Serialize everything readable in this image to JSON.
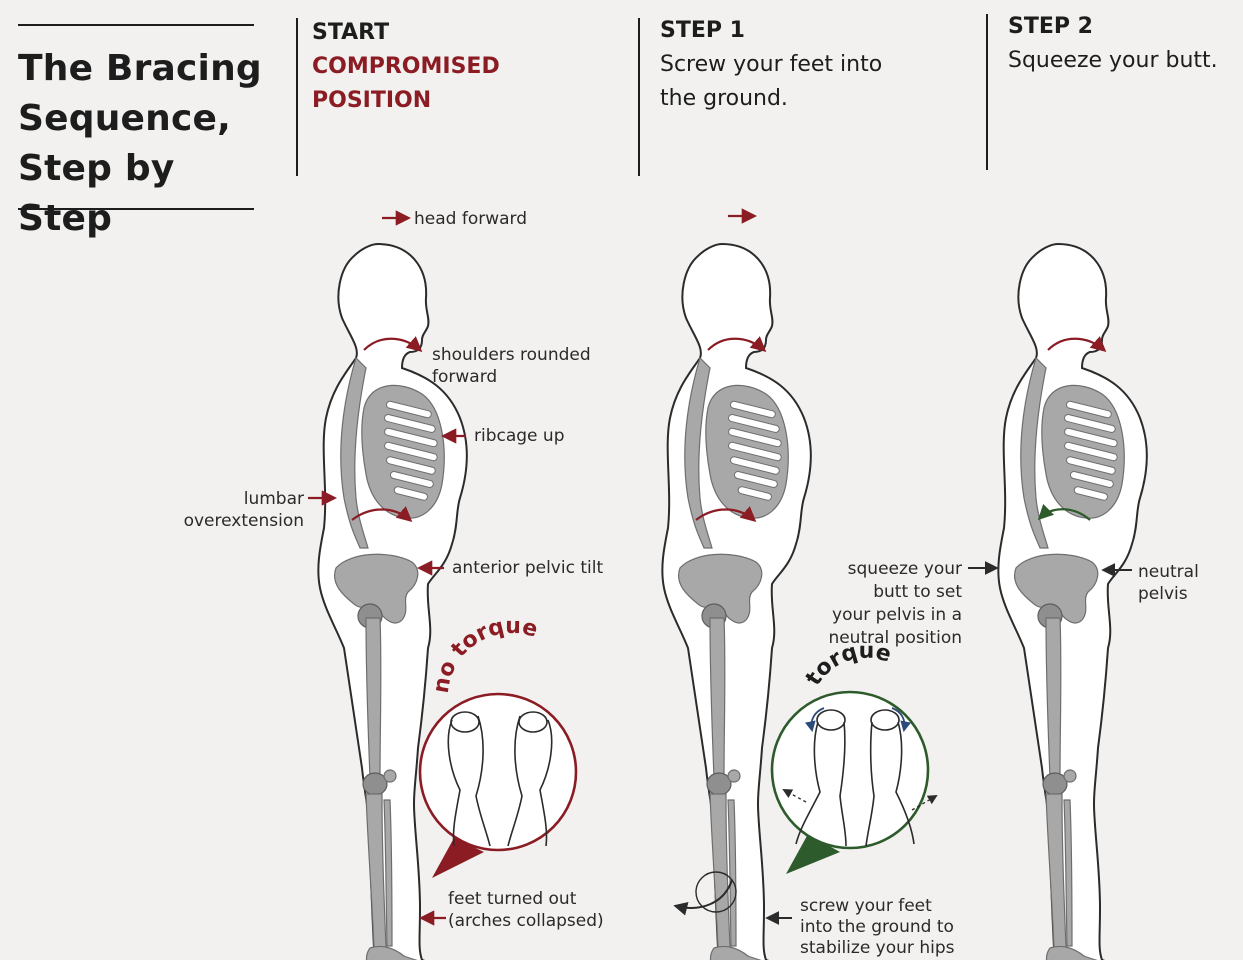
{
  "title": "The Bracing\nSequence,\nStep by Step",
  "columns": [
    {
      "label": "START",
      "subtitle": "COMPROMISED\nPOSITION"
    },
    {
      "label": "STEP 1",
      "subtitle": "Screw your feet into\nthe ground."
    },
    {
      "label": "STEP 2",
      "subtitle": "Squeeze your butt."
    }
  ],
  "annotations": {
    "head_forward": "head forward",
    "shoulders_rounded": "shoulders rounded\nforward",
    "ribcage_up": "ribcage up",
    "lumbar": "lumbar\noverextension",
    "anterior_pelvic_tilt": "anterior pelvic tilt",
    "feet_turned_out": "feet turned out\n(arches collapsed)",
    "no_torque": "no torque",
    "torque": "torque",
    "screw_feet": "screw your feet\ninto the ground to\nstabilize your hips",
    "squeeze_butt": "squeeze your\nbutt to set\nyour pelvis in a\nneutral position",
    "neutral_pelvis": "neutral\npelvis"
  },
  "colors": {
    "accent_red": "#8b1c24",
    "accent_green": "#2e5b2c",
    "bone_gray": "#a8a8a8"
  }
}
